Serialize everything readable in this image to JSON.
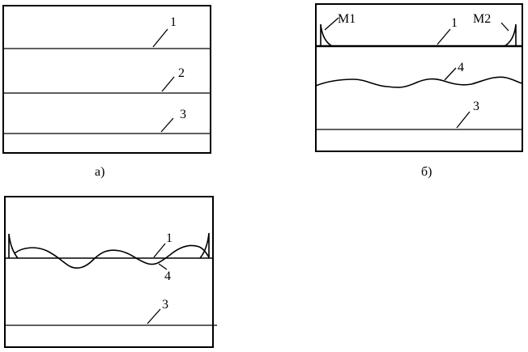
{
  "panel_a": {
    "caption": "а)",
    "labels": {
      "line1": "1",
      "line2": "2",
      "line3": "3"
    }
  },
  "panel_b": {
    "caption": "б)",
    "labels": {
      "m1": "M1",
      "m2": "M2",
      "line1": "1",
      "curve4": "4",
      "line3": "3"
    }
  },
  "panel_c": {
    "labels": {
      "line1": "1",
      "curve4": "4",
      "line3": "3"
    }
  }
}
